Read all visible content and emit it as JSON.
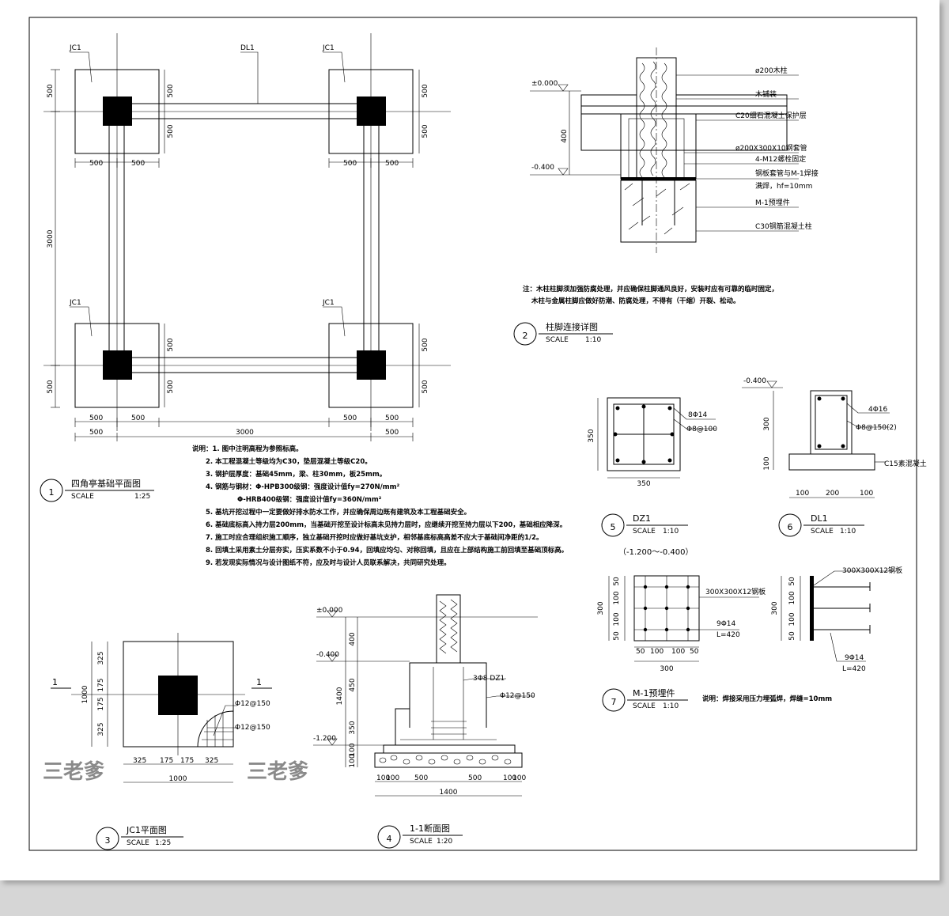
{
  "plan1": {
    "labels": {
      "jc1_tl": "JC1",
      "jc1_tr": "JC1",
      "jc1_bl": "JC1",
      "jc1_br": "JC1",
      "dl1": "DL1"
    },
    "dims": {
      "d500": "500",
      "d3000": "3000"
    },
    "title": "四角亭基础平面图",
    "num": "1",
    "scale_label": "SCALE",
    "scale": "1:25"
  },
  "notes": [
    "说明：1. 图中注明高程为参照标高。",
    "2. 本工程混凝土等级均为C30，垫层混凝土等级C20。",
    "3. 钢护层厚度：基础45mm，梁、柱30mm，板25mm。",
    "4. 钢筋与钢材：Φ-HPB300级钢：强度设计值fy=270N/mm²",
    "Φ-HRB400级钢：强度设计值fy=360N/mm²",
    "5. 基坑开挖过程中一定要做好排水防水工作，并应确保周边既有建筑及本工程基础安全。",
    "6. 基础底标高入持力层200mm，当基础开挖至设计标高未见持力层时，应继续开挖至持力层以下200，基础相应降深。",
    "7. 施工时应合理组织施工顺序，独立基础开挖时应做好基坑支护，相邻基底标高高差不应大于基础间净距的1/2。",
    "8. 回填土采用素土分层夯实，压实系数不小于0.94，回填应均匀、对称回填，且应在上部结构施工前回填至基础顶标高。",
    "9. 若发现实际情况与设计图纸不符，应及时与设计人员联系解决，共同研究处理。"
  ],
  "detail2": {
    "elev0": "±0.000",
    "elev400": "-0.400",
    "dim400": "400",
    "callouts": [
      "ø200木柱",
      "木铺装",
      "C20细石混凝土保护层",
      "ø200X300X10钢套管",
      "4-M12螺栓固定",
      "钢板套管与M-1焊接",
      "满焊，hf=10mm",
      "M-1预埋件",
      "C30钢筋混凝土柱"
    ],
    "note1": "注：木柱柱脚须加强防腐处理，并应确保柱脚通风良好，安装时应有可靠的临时固定，",
    "note2": "木柱与金属柱脚应做好防潮、防腐处理，不得有（干缩）开裂、松动。",
    "title": "柱脚连接详图",
    "num": "2",
    "scale_label": "SCALE",
    "scale": "1:10"
  },
  "dz1": {
    "rebar_main": "8Φ14",
    "rebar_tie": "Φ8@100",
    "dim_h": "350",
    "dim_w": "350",
    "title": "DZ1",
    "num": "5",
    "scale_label": "SCALE",
    "scale": "1:10",
    "range": "（-1.200～-0.400）"
  },
  "dl1": {
    "elev": "-0.400",
    "rebar_main": "4Φ16",
    "rebar_tie": "Φ8@150(2)",
    "cushion": "C15素混凝土",
    "dims": [
      "300",
      "100",
      "100",
      "200",
      "100"
    ],
    "title": "DL1",
    "num": "6",
    "scale_label": "SCALE",
    "scale": "1:10"
  },
  "m1": {
    "plate": "300X300X12钢板",
    "plate2": "300X300X12钢板",
    "rebar": "9Φ14",
    "length": "L=420",
    "rebar2": "9Φ14",
    "length2": "L=420",
    "dims_v": [
      "50",
      "100",
      "100",
      "50"
    ],
    "dim_total": "300",
    "dims_h": [
      "50",
      "100",
      "100",
      "50"
    ],
    "note": "说明：焊接采用压力埋弧焊，焊缝=10mm",
    "title": "M-1预埋件",
    "num": "7",
    "scale_label": "SCALE",
    "scale": "1:10"
  },
  "jc1": {
    "label": "1",
    "dims_v": [
      "325",
      "175",
      "175",
      "325"
    ],
    "dim_total": "1000",
    "dims_h": [
      "325",
      "175",
      "175",
      "325"
    ],
    "dim_total_h": "1000",
    "rebar_a": "Φ12@150",
    "rebar_b": "Φ12@150",
    "title": "JC1平面图",
    "num": "3",
    "scale_label": "SCALE",
    "scale": "1:25"
  },
  "section4": {
    "elev0": "±0.000",
    "elev400": "-0.400",
    "elev1200": "-1.200",
    "dims_v": [
      "400",
      "1400",
      "450",
      "350",
      "100",
      "100"
    ],
    "dims_h": [
      "100",
      "100",
      "500",
      "500",
      "100",
      "100"
    ],
    "dim_total": "1400",
    "stirrup": "3Φ8 DZ1",
    "rebar": "Φ12@150",
    "title": "1-1断面图",
    "num": "4",
    "scale_label": "SCALE",
    "scale": "1:20"
  },
  "watermark": "三老爹"
}
